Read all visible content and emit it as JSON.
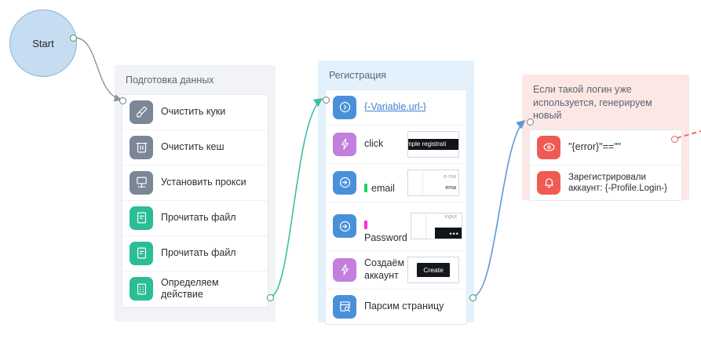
{
  "start": {
    "label": "Start"
  },
  "groups": {
    "prep": {
      "title": "Подготовка данных",
      "rows": [
        {
          "icon": "brush-icon",
          "label": "Очистить куки"
        },
        {
          "icon": "trash-icon",
          "label": "Очистить кеш"
        },
        {
          "icon": "monitor-icon",
          "label": "Установить прокси"
        },
        {
          "icon": "document-icon",
          "label": "Прочитать файл"
        },
        {
          "icon": "document-icon",
          "label": "Прочитать файл"
        },
        {
          "icon": "grid-icon",
          "label": "Определяем действие"
        }
      ]
    },
    "reg": {
      "title": "Регистрация",
      "rows": [
        {
          "icon": "navigate-icon",
          "label": "{-Variable.url-}"
        },
        {
          "icon": "lightning-icon",
          "label": "click",
          "thumb_text": "mple registrati"
        },
        {
          "icon": "input-icon",
          "label": "email",
          "thumb_text": "e-ma",
          "thumb_text2": "ema"
        },
        {
          "icon": "input-icon",
          "label": "Password",
          "thumb_text": "input",
          "thumb_dots": "•••"
        },
        {
          "icon": "lightning-icon",
          "label": "Создаём\nаккаунт",
          "thumb_button": "Create"
        },
        {
          "icon": "parse-page-icon",
          "label": "Парсим страницу"
        }
      ]
    },
    "err": {
      "title": "Если такой логин уже\nиспользуется, генерируем\nновый",
      "rows": [
        {
          "icon": "target-icon",
          "label": "\"{error}\"==\"\""
        },
        {
          "icon": "bell-icon",
          "label": "Зарегистрировали\nаккаунт: {-Profile.Login-}"
        }
      ]
    }
  },
  "colors": {
    "grey_icon": "#7b8697",
    "green_icon": "#2bbd95",
    "blue_icon": "#4a90d9",
    "purple_icon": "#c37ede",
    "red_icon": "#ef5b52",
    "start_fill": "#c6dcf0",
    "group_prep_bg": "#f1f3f7",
    "group_reg_bg": "#e2f1fb",
    "group_err_bg": "#fbe7e3",
    "edge_grey": "#8d949d",
    "edge_green": "#3dbf9a",
    "edge_blue": "#5b9bd5",
    "edge_red": "#ef5b52",
    "marker_email": "#1bd45f",
    "marker_password": "#ff2fd0",
    "link": "#3f7fd0"
  }
}
